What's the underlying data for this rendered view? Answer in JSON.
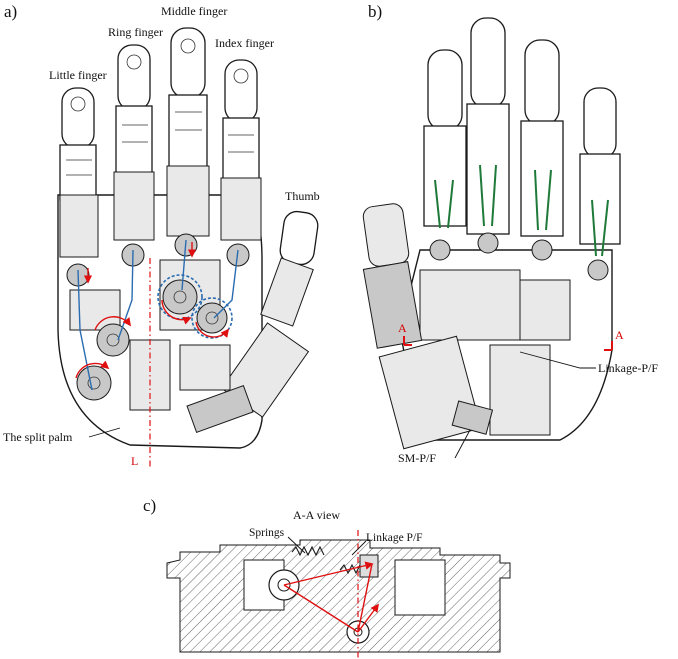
{
  "panels": {
    "a": {
      "label": "a)",
      "fingers": {
        "little": "Little finger",
        "ring": "Ring finger",
        "middle": "Middle finger",
        "index": "Index finger",
        "thumb": "Thumb"
      },
      "split_palm": "The split palm",
      "axis_label": "L"
    },
    "b": {
      "label": "b)",
      "section_marker_left": "A",
      "section_marker_right": "A",
      "linkage": "Linkage-P/F",
      "sm": "SM-P/F"
    },
    "c": {
      "label": "c)",
      "title": "A-A view",
      "springs": "Springs",
      "linkage": "Linkage P/F"
    }
  },
  "colors": {
    "line": "#1a1a1a",
    "red_annotation": "#e01010",
    "blue_tendon": "#2b6cb0",
    "green_linkage": "#1f7a3a"
  }
}
